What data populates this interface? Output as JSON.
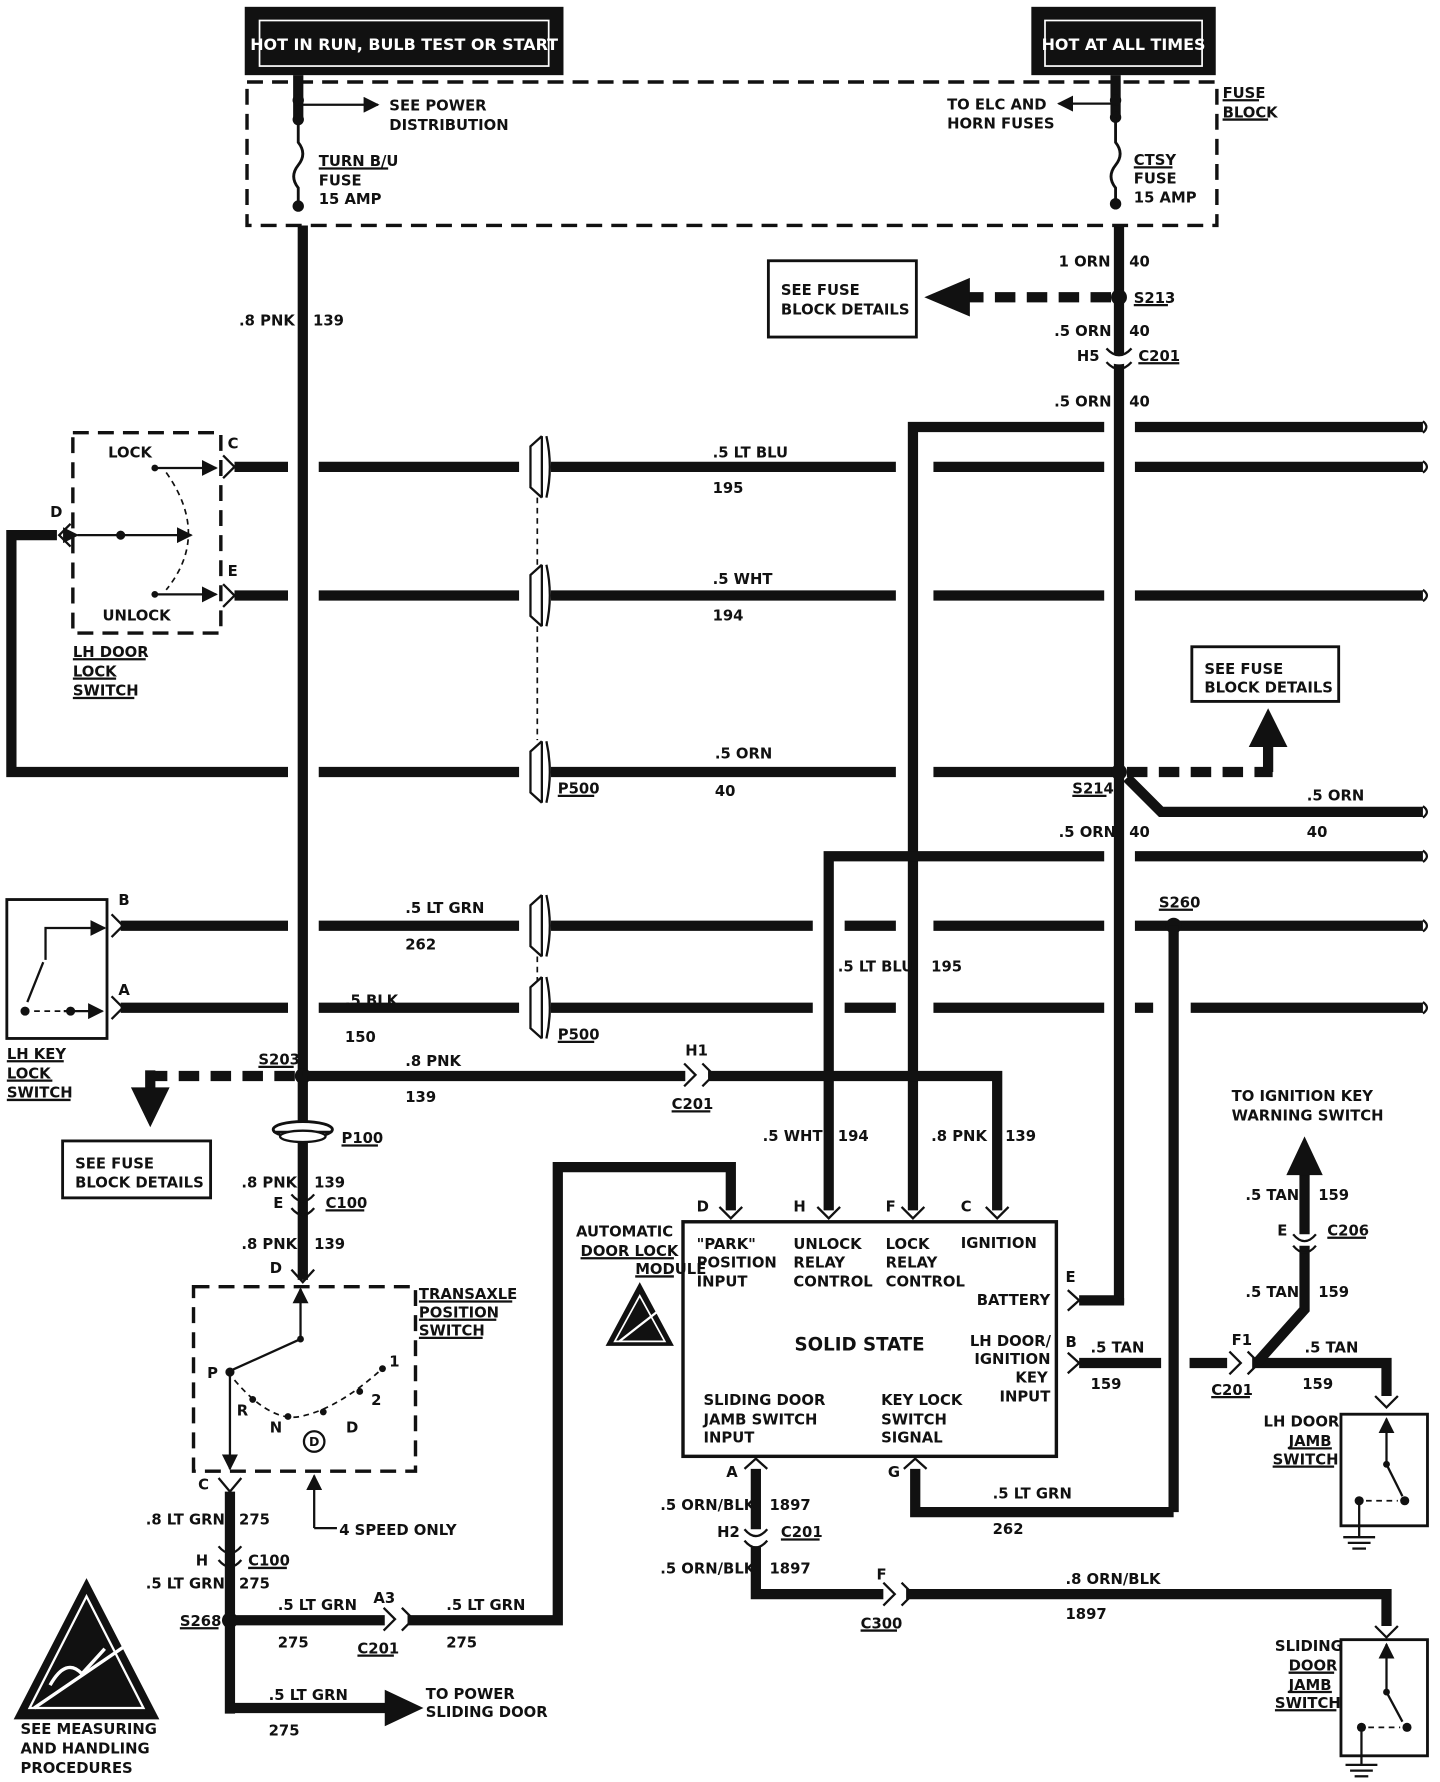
{
  "header": {
    "hot_run": "HOT IN RUN, BULB TEST OR START",
    "hot_all": "HOT AT ALL TIMES"
  },
  "fuse_block": {
    "label": [
      "FUSE",
      "BLOCK"
    ],
    "see_power": [
      "SEE POWER",
      "DISTRIBUTION"
    ],
    "to_elc": [
      "TO ELC AND",
      "HORN FUSES"
    ],
    "turn_fuse": [
      "TURN B/U",
      "FUSE",
      "15 AMP"
    ],
    "ctsy_fuse": [
      "CTSY",
      "FUSE",
      "15 AMP"
    ]
  },
  "boxes": {
    "see_fuse_1": [
      "SEE FUSE",
      "BLOCK DETAILS"
    ],
    "see_fuse_2": [
      "SEE FUSE",
      "BLOCK DETAILS"
    ],
    "see_fuse_3": [
      "SEE FUSE",
      "BLOCK DETAILS"
    ]
  },
  "components": {
    "lh_door_lock_switch": [
      "LH DOOR",
      "LOCK",
      "SWITCH"
    ],
    "lock": "LOCK",
    "unlock": "UNLOCK",
    "lh_key_lock_switch": [
      "LH KEY",
      "LOCK",
      "SWITCH"
    ],
    "transaxle": [
      "TRANSAXLE",
      "POSITION",
      "SWITCH"
    ],
    "four_speed": "4 SPEED ONLY",
    "trans_positions": {
      "p": "P",
      "r": "R",
      "n": "N",
      "d": "D",
      "d_circle": "D",
      "two": "2",
      "one": "1"
    },
    "module_name": [
      "AUTOMATIC",
      "DOOR LOCK",
      "MODULE"
    ],
    "solid_state": "SOLID STATE",
    "park_input": [
      "\"PARK\"",
      "POSITION",
      "INPUT"
    ],
    "unlock_relay": [
      "UNLOCK",
      "RELAY",
      "CONTROL"
    ],
    "lock_relay": [
      "LOCK",
      "RELAY",
      "CONTROL"
    ],
    "ignition": "IGNITION",
    "battery": "BATTERY",
    "lh_door_ign": [
      "LH DOOR/",
      "IGNITION",
      "KEY",
      "INPUT"
    ],
    "sliding_input": [
      "SLIDING DOOR",
      "JAMB SWITCH",
      "INPUT"
    ],
    "key_lock_signal": [
      "KEY LOCK",
      "SWITCH",
      "SIGNAL"
    ],
    "to_ign_key": [
      "TO IGNITION KEY",
      "WARNING SWITCH"
    ],
    "lh_door_jamb": [
      "LH DOOR",
      "JAMB",
      "SWITCH"
    ],
    "sliding_door_jamb": [
      "SLIDING",
      "DOOR",
      "JAMB",
      "SWITCH"
    ],
    "to_power_sliding": [
      "TO POWER",
      "SLIDING DOOR"
    ],
    "see_measuring": [
      "SEE MEASURING",
      "AND HANDLING",
      "PROCEDURES"
    ]
  },
  "pins": {
    "c_lock": "C",
    "d_lock": "D",
    "e_lock": "E",
    "b_key": "B",
    "a_key": "A",
    "mod_d": "D",
    "mod_h": "H",
    "mod_f": "F",
    "mod_c": "C",
    "mod_e": "E",
    "mod_b": "B",
    "mod_a": "A",
    "mod_g": "G",
    "tr_d": "D",
    "tr_c": "C",
    "c100_e": "E",
    "c100_h": "H",
    "c201_h5": "H5",
    "c201_h1": "H1",
    "c201_a3": "A3",
    "c201_h2": "H2",
    "c201_f1": "F1",
    "c206_e": "E",
    "c300_f": "F"
  },
  "connectors": {
    "s213": "S213",
    "c201_top": "C201",
    "p500_a": "P500",
    "s214": "S214",
    "s260": "S260",
    "p500_b": "P500",
    "s203": "S203",
    "c201_h1": "C201",
    "p100": "P100",
    "c100_a": "C100",
    "c100_b": "C100",
    "s268": "S268",
    "c201_a3": "C201",
    "c201_h2": "C201",
    "c300": "C300",
    "c201_f1": "C201",
    "c206": "C206"
  },
  "wires": {
    "pnk_main": ".8 PNK",
    "pnk_main_n": "139",
    "orn1": "1 ORN",
    "orn1_n": "40",
    "orn2": ".5 ORN",
    "orn2_n": "40",
    "orn3": ".5 ORN",
    "orn3_n": "40",
    "ltblu": ".5 LT BLU",
    "ltblu_n": "195",
    "wht": ".5 WHT",
    "wht_n": "194",
    "orn_p500": ".5 ORN",
    "orn_p500_n": "40",
    "orn_s214r": ".5 ORN",
    "orn_s214r_n": "40",
    "orn_s214d": ".5 ORN",
    "orn_s214d_n": "40",
    "ltgrn": ".5 LT GRN",
    "ltgrn_n": "262",
    "blk": ".5 BLK",
    "blk_n": "150",
    "ltblu_v": ".5 LT BLU",
    "ltblu_v_n": "195",
    "pnk_h1": ".8 PNK",
    "pnk_h1_n": "139",
    "wht_v": ".5 WHT",
    "wht_v_n": "194",
    "pnk_v": ".8 PNK",
    "pnk_v_n": "139",
    "pnk_c100a": ".8 PNK",
    "pnk_c100a_n": "139",
    "pnk_c100b": ".8 PNK",
    "pnk_c100b_n": "139",
    "ltgrn8": ".8 LT GRN",
    "ltgrn8_n": "275",
    "ltgrn5": ".5 LT GRN",
    "ltgrn5_n": "275",
    "ltgrn_a3a": ".5 LT GRN",
    "ltgrn_a3a_n": "275",
    "ltgrn_a3b": ".5 LT GRN",
    "ltgrn_a3b_n": "275",
    "ltgrn_pwr": ".5 LT GRN",
    "ltgrn_pwr_n": "275",
    "ornblk1": ".5 ORN/BLK",
    "ornblk1_n": "1897",
    "ornblk2": ".5 ORN/BLK",
    "ornblk2_n": "1897",
    "ornblk8": ".8 ORN/BLK",
    "ornblk8_n": "1897",
    "ltgrn_g": ".5 LT GRN",
    "ltgrn_g_n": "262",
    "tan_b": ".5 TAN",
    "tan_b_n": "159",
    "tan_f1": ".5 TAN",
    "tan_f1_n": "159",
    "tan_c206a": ".5 TAN",
    "tan_c206a_n": "159",
    "tan_c206b": ".5 TAN",
    "tan_c206b_n": "159"
  }
}
